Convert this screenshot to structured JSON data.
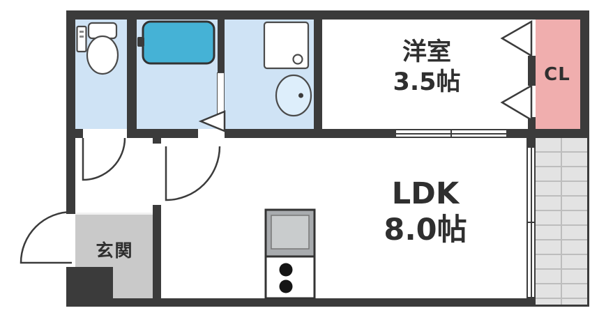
{
  "plan": {
    "rooms": {
      "western": {
        "name": "洋室",
        "size": "3.5帖"
      },
      "ldk": {
        "name": "LDK",
        "size": "8.0帖"
      },
      "closet": {
        "name": "CL"
      },
      "entrance": {
        "name": "玄関"
      }
    },
    "colors": {
      "wall": "#3b3b3b",
      "wet_floor": "#cfe3f5",
      "bathtub": "#45b2d6",
      "closet_fill": "#f0aeae",
      "entrance_fill": "#c9c9c9",
      "balcony_fill": "#e3e3e3",
      "kitchen_fill": "#a8abae",
      "text": "#2f2f2f"
    },
    "fixtures": [
      "toilet",
      "toilet-remote",
      "bathtub",
      "washing-machine-pan",
      "washbasin",
      "kitchen-counter",
      "gas-burners"
    ],
    "openings": [
      "entrance-swing-door",
      "toilet-swing-door",
      "ldk-swing-door",
      "bathroom-sliding-door",
      "washroom-folding-door",
      "closet-folding-doors",
      "western-ldk-sliding-door",
      "balcony-window"
    ]
  }
}
